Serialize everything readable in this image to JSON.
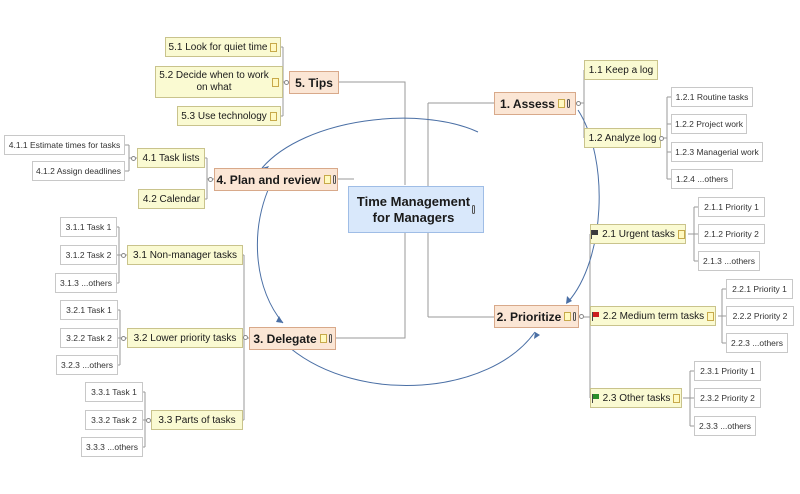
{
  "root": {
    "line1": "Time Management",
    "line2": "for Managers"
  },
  "assess": {
    "label": "1.  Assess",
    "keep_log": "1.1  Keep a log",
    "analyze_log": "1.2  Analyze log",
    "analyze_items": [
      "1.2.1  Routine tasks",
      "1.2.2  Project work",
      "1.2.3  Managerial work",
      "1.2.4  ...others"
    ]
  },
  "prioritize": {
    "label": "2.  Prioritize",
    "urgent": {
      "label": "2.1  Urgent tasks",
      "items": [
        "2.1.1  Priority 1",
        "2.1.2  Priority 2",
        "2.1.3  ...others"
      ]
    },
    "medium": {
      "label": "2.2  Medium term tasks",
      "items": [
        "2.2.1  Priority 1",
        "2.2.2  Priority 2",
        "2.2.3  ...others"
      ]
    },
    "other": {
      "label": "2.3  Other tasks",
      "items": [
        "2.3.1  Priority 1",
        "2.3.2  Priority 2",
        "2.3.3  ...others"
      ]
    }
  },
  "plan": {
    "label": "4.  Plan and review",
    "task_lists": "4.1  Task lists",
    "task_list_items": [
      "4.1.1  Estimate times for tasks",
      "4.1.2  Assign deadlines"
    ],
    "calendar": "4.2  Calendar"
  },
  "tips": {
    "label": "5.  Tips",
    "quiet": "5.1  Look for quiet time",
    "decide_line1": "5.2  Decide when to work",
    "decide_line2": "on what",
    "technology": "5.3  Use technology"
  },
  "delegate": {
    "label": "3.  Delegate",
    "non_manager": {
      "label": "3.1  Non-manager tasks",
      "items": [
        "3.1.1  Task 1",
        "3.1.2  Task 2",
        "3.1.3  ...others"
      ]
    },
    "lower": {
      "label": "3.2  Lower priority tasks",
      "items": [
        "3.2.1  Task 1",
        "3.2.2  Task 2",
        "3.2.3  ...others"
      ]
    },
    "parts": {
      "label": "3.3  Parts of tasks",
      "items": [
        "3.3.1  Task 1",
        "3.3.2  Task 2",
        "3.3.3  ...others"
      ]
    }
  },
  "colors": {
    "urgent_flag": "#3a3a3a",
    "medium_flag": "#cc1f1f",
    "other_flag": "#2a8f2a",
    "relationship": "#4a6fa5",
    "connector": "#9a9a9a"
  }
}
